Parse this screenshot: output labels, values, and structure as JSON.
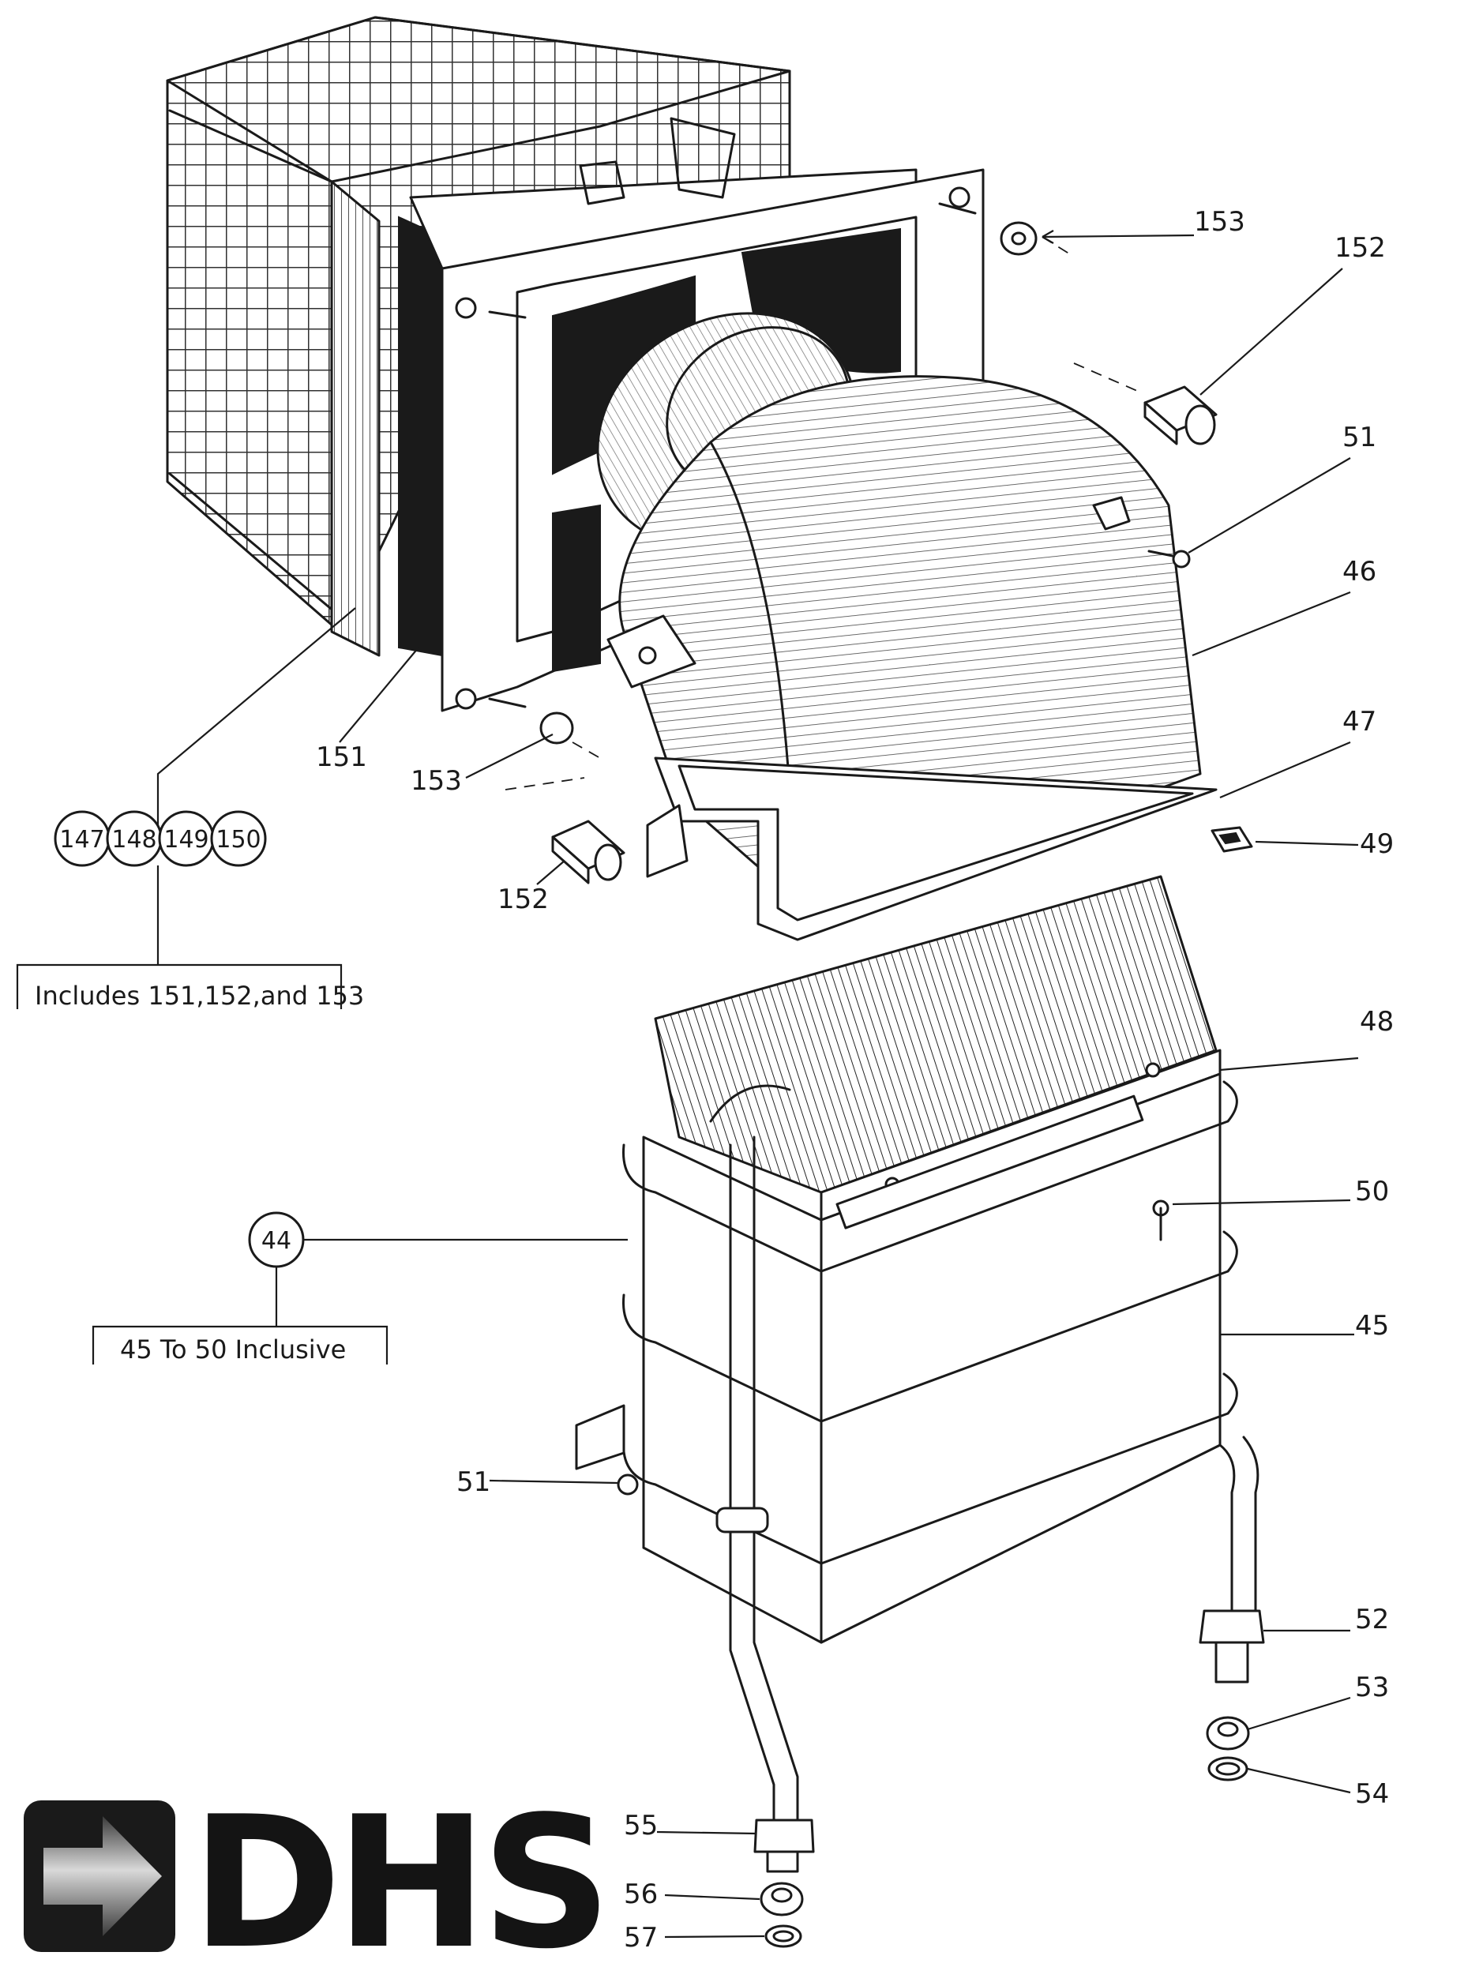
{
  "labels": {
    "p153a": "153",
    "p152a": "152",
    "p51a": "51",
    "p46": "46",
    "p47": "47",
    "p49": "49",
    "p151": "151",
    "p153b": "153",
    "p152b": "152",
    "p48": "48",
    "p50": "50",
    "p45": "45",
    "p51b": "51",
    "p52": "52",
    "p53": "53",
    "p54": "54",
    "p55": "55",
    "p56": "56",
    "p57": "57"
  },
  "assembly_groups": [
    {
      "numbers": [
        "147",
        "148",
        "149",
        "150"
      ],
      "note": "Includes 151,152,and 153"
    },
    {
      "numbers": [
        "44"
      ],
      "note": "45 To 50 Inclusive"
    }
  ],
  "logo": {
    "text": "DHS",
    "colors": {
      "ink": "#141414",
      "arrow_light": "#d9d9d9",
      "arrow_dark": "#3a3a3a"
    }
  }
}
